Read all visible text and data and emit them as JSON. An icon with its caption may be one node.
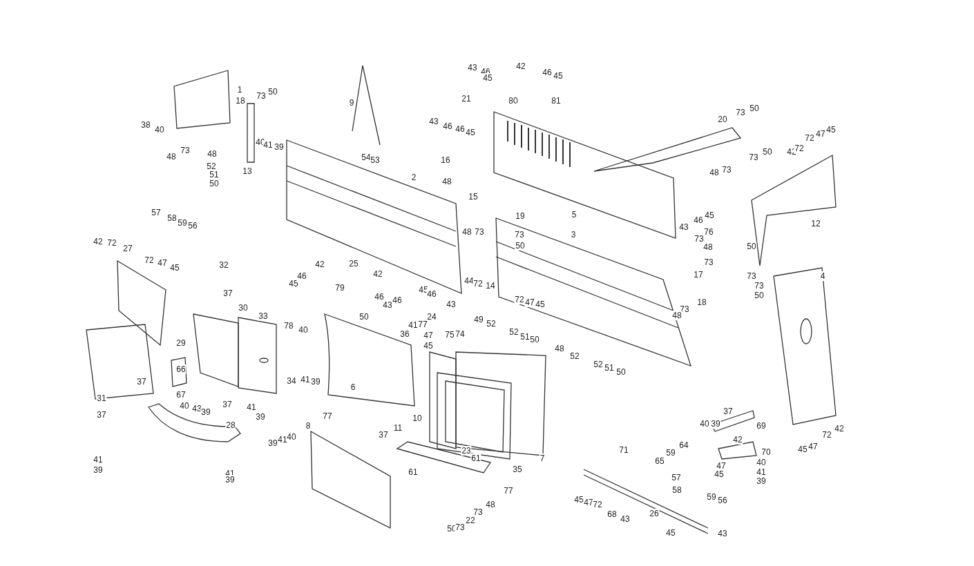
{
  "diagram": {
    "labels": [
      "43",
      "46",
      "45",
      "42",
      "46",
      "45",
      "1",
      "18",
      "73",
      "50",
      "9",
      "21",
      "80",
      "81",
      "73",
      "50",
      "38",
      "40",
      "43",
      "46",
      "46",
      "45",
      "20",
      "48",
      "73",
      "40",
      "41",
      "39",
      "54",
      "53",
      "72",
      "47",
      "45",
      "73",
      "50",
      "42",
      "72",
      "48",
      "73",
      "48",
      "52",
      "13",
      "51",
      "50",
      "16",
      "48",
      "2",
      "15",
      "19",
      "5",
      "43",
      "46",
      "45",
      "12",
      "48",
      "73",
      "73",
      "50",
      "3",
      "76",
      "73",
      "48",
      "50",
      "73",
      "73",
      "57",
      "58",
      "59",
      "56",
      "42",
      "72",
      "27",
      "72",
      "47",
      "45",
      "32",
      "42",
      "25",
      "42",
      "45",
      "46",
      "46",
      "79",
      "50",
      "37",
      "17",
      "73",
      "50",
      "18",
      "73",
      "48",
      "4",
      "44",
      "72",
      "14",
      "72",
      "47",
      "45",
      "45",
      "46",
      "43",
      "46",
      "24",
      "43",
      "30",
      "33",
      "29",
      "78",
      "40",
      "41",
      "77",
      "36",
      "47",
      "75",
      "74",
      "45",
      "49",
      "52",
      "52",
      "51",
      "50",
      "48",
      "52",
      "52",
      "51",
      "50",
      "37",
      "66",
      "34",
      "41",
      "39",
      "6",
      "67",
      "31",
      "37",
      "41",
      "39",
      "40",
      "43",
      "39",
      "37",
      "77",
      "37",
      "28",
      "8",
      "40",
      "39",
      "69",
      "37",
      "11",
      "10",
      "23",
      "61",
      "61",
      "7",
      "35",
      "77",
      "39",
      "41",
      "40",
      "71",
      "64",
      "42",
      "59",
      "70",
      "65",
      "47",
      "40",
      "45",
      "41",
      "39",
      "57",
      "58",
      "59",
      "56",
      "41",
      "39",
      "41",
      "39",
      "45",
      "47",
      "72",
      "68",
      "43",
      "26",
      "50",
      "73",
      "22",
      "73",
      "48",
      "45",
      "43",
      "45",
      "47",
      "72",
      "42"
    ]
  }
}
